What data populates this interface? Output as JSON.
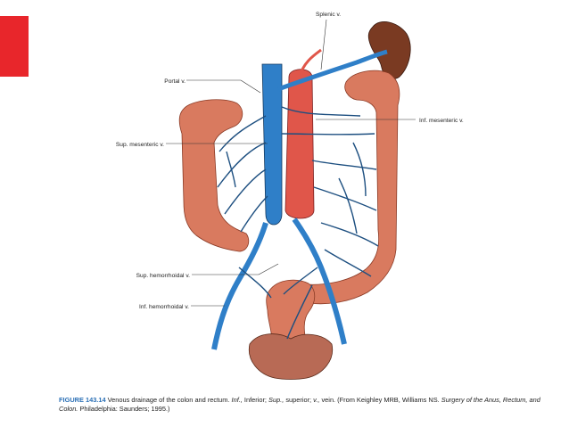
{
  "colors": {
    "accent_block": "#e8262b",
    "vein": "#2f7fc8",
    "vein_dark": "#1d4f80",
    "artery": "#e0564a",
    "colon": "#d97a5f",
    "colon_dark": "#8a3a25",
    "spleen": "#7a3a22",
    "caption_figure_no": "#2a6fb5"
  },
  "labels": {
    "splenic": "Splenic v.",
    "portal": "Portal v.",
    "inf_mesenteric": "Inf. mesenteric v.",
    "sup_mesenteric": "Sup. mesenteric v.",
    "sup_hemorrhoidal": "Sup. hemorrhoidal v.",
    "inf_hemorrhoidal": "Inf. hemorrhoidal v."
  },
  "caption": {
    "figure_no": "FIGURE 143.14",
    "t1": " Venous drainage of the colon and rectum. ",
    "i1": "Inf.,",
    "t2": " Inferior; ",
    "i2": "Sup.,",
    "t3": " superior; ",
    "i3": "v.,",
    "t4": " vein. (From Keighley MRB, Williams NS. ",
    "i4": "Surgery of the Anus, Rectum, and Colon.",
    "t5": " Philadelphia: Saunders; 1995.)"
  }
}
